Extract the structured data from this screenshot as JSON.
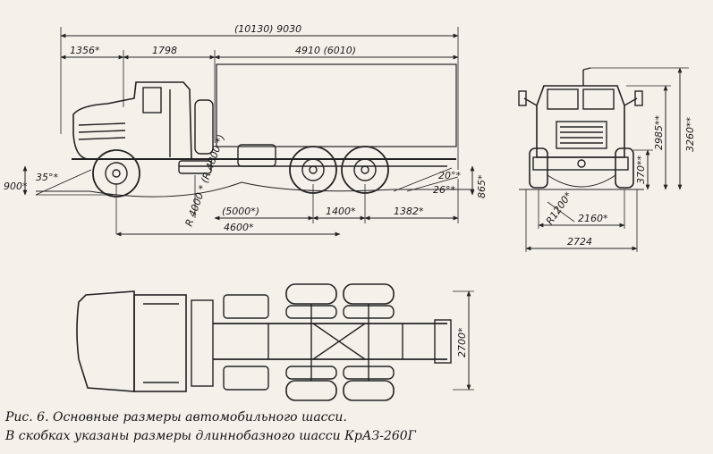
{
  "side_view": {
    "overall_length": "(10130) 9030",
    "front_overhang": "1356*",
    "cab_section": "1798",
    "frame_length": "4910  (6010)",
    "approach_angle": "35°*",
    "front_height": "900*",
    "turn_radius_label": "R 4000 * (R 4800 *)",
    "wheelbase_main": "(5000*)",
    "wheelbase_total": "4600*",
    "axle_spacing": "1400*",
    "rear_overhang": "1382*",
    "departure_angle_1": "20°*",
    "departure_angle_2": "26°*",
    "rear_height": "865*"
  },
  "front_view": {
    "height_total": "3260**",
    "height_cab": "2985**",
    "height_low": "370**",
    "ground_radius": "R1200*",
    "track": "2160*",
    "width": "2724"
  },
  "top_view": {
    "width": "2700*"
  },
  "caption": {
    "line1": "Рис. 6. Основные размеры автомобильного шасси.",
    "line2": "В скобках указаны размеры длиннобазного шасси КрАЗ-260Г"
  }
}
